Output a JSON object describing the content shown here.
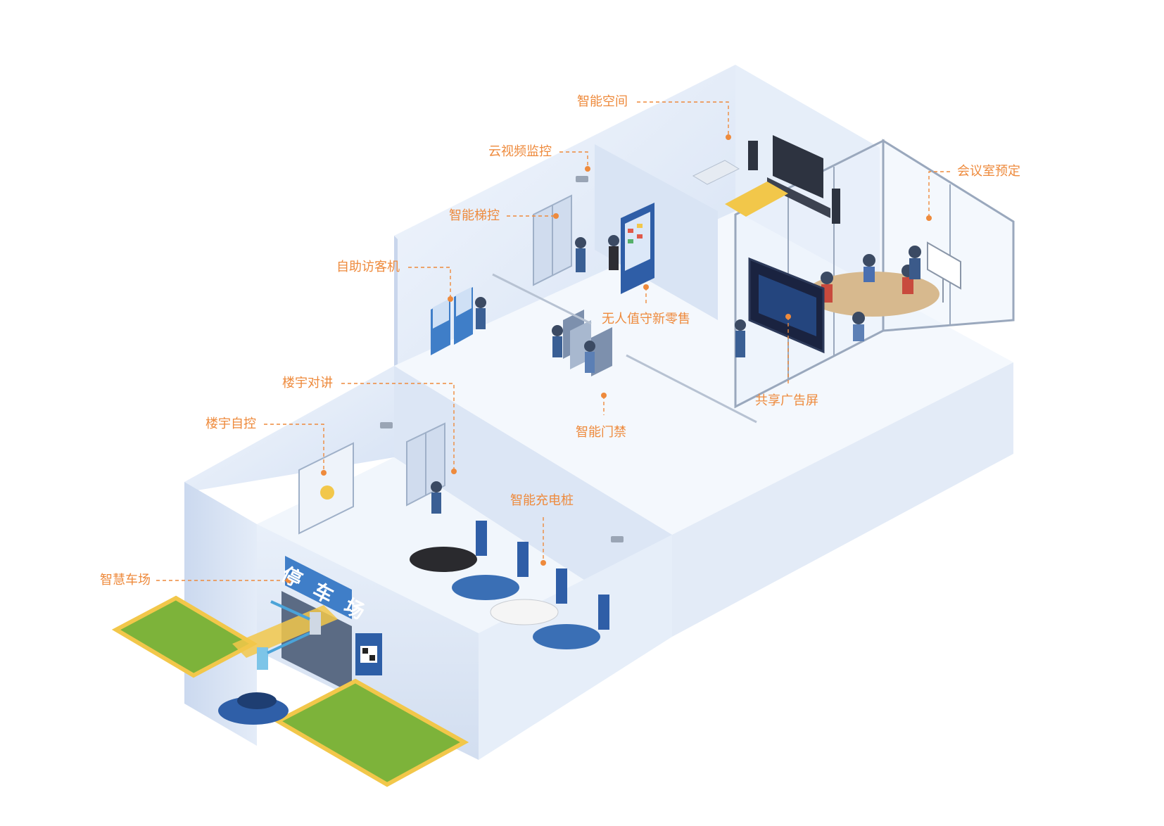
{
  "colors": {
    "accent": "#ee8a3c",
    "wall_light": "#eef4fc",
    "wall_mid": "#dbe6f6",
    "wall_dark": "#c3d3ec",
    "floor": "#f4f8fd",
    "grass": "#7db33a",
    "curb": "#f2c74a",
    "car_blue": "#3a6fb5",
    "car_black": "#2a2a2e",
    "car_white": "#f5f5f5"
  },
  "labels": {
    "smart_space": "智能空间",
    "cloud_video": "云视频监控",
    "meeting_booking": "会议室预定",
    "smart_elevator": "智能梯控",
    "self_visitor": "自助访客机",
    "unmanned_retail": "无人值守新零售",
    "shared_ad_screen": "共享广告屏",
    "smart_access": "智能门禁",
    "building_intercom": "楼宇对讲",
    "building_automation": "楼宇自控",
    "smart_charging": "智能充电桩",
    "smart_parking": "智慧车场"
  },
  "parking_sign": "停 车 场",
  "icons": [
    "camera-icon",
    "vending-machine-icon",
    "kiosk-icon",
    "turnstile-icon",
    "elevator-icon",
    "charging-pile-icon",
    "barrier-gate-icon",
    "qr-code-icon",
    "car-icon",
    "person-icon",
    "tv-icon",
    "whiteboard-icon"
  ]
}
